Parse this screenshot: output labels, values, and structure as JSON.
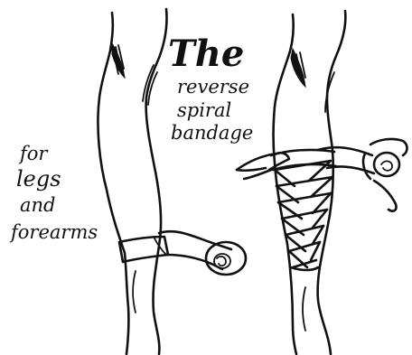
{
  "title": {
    "cap": "The",
    "line1": "reverse",
    "line2": "spiral",
    "line3": "bandage"
  },
  "note": {
    "line1": "for",
    "line2": "legs",
    "line3": "and",
    "line4": "forearms"
  }
}
